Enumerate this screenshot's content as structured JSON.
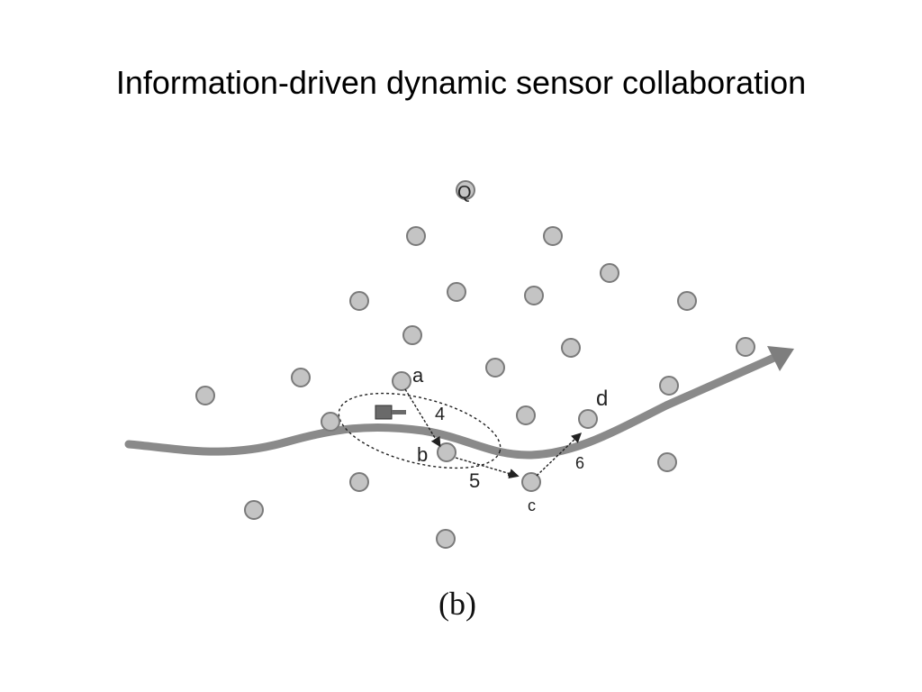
{
  "slide": {
    "title": "Information-driven dynamic sensor collaboration"
  },
  "figure": {
    "caption": "(b)",
    "colors": {
      "sensor_fill": "#c4c4c4",
      "sensor_stroke": "#7a7a7a",
      "trajectory": "#8a8a8a",
      "target": "#6a6a6a",
      "arrows": "#222222"
    },
    "node_labels": {
      "a": "a",
      "b": "b",
      "c": "c",
      "d": "d",
      "q": "Q"
    },
    "step_labels": {
      "s4": "4",
      "s5": "5",
      "s6": "6"
    }
  }
}
